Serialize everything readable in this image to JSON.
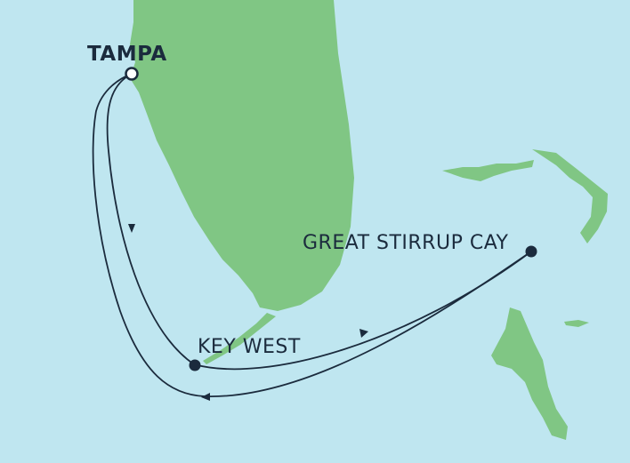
{
  "map": {
    "colors": {
      "water": "#bfe6f0",
      "land": "#80c684",
      "route": "#1b2b3d",
      "port_start": "#ffffff"
    },
    "ports": [
      {
        "name": "TAMPA",
        "role": "departure"
      },
      {
        "name": "KEY WEST",
        "role": "stop"
      },
      {
        "name": "GREAT STIRRUP CAY",
        "role": "stop"
      }
    ]
  }
}
